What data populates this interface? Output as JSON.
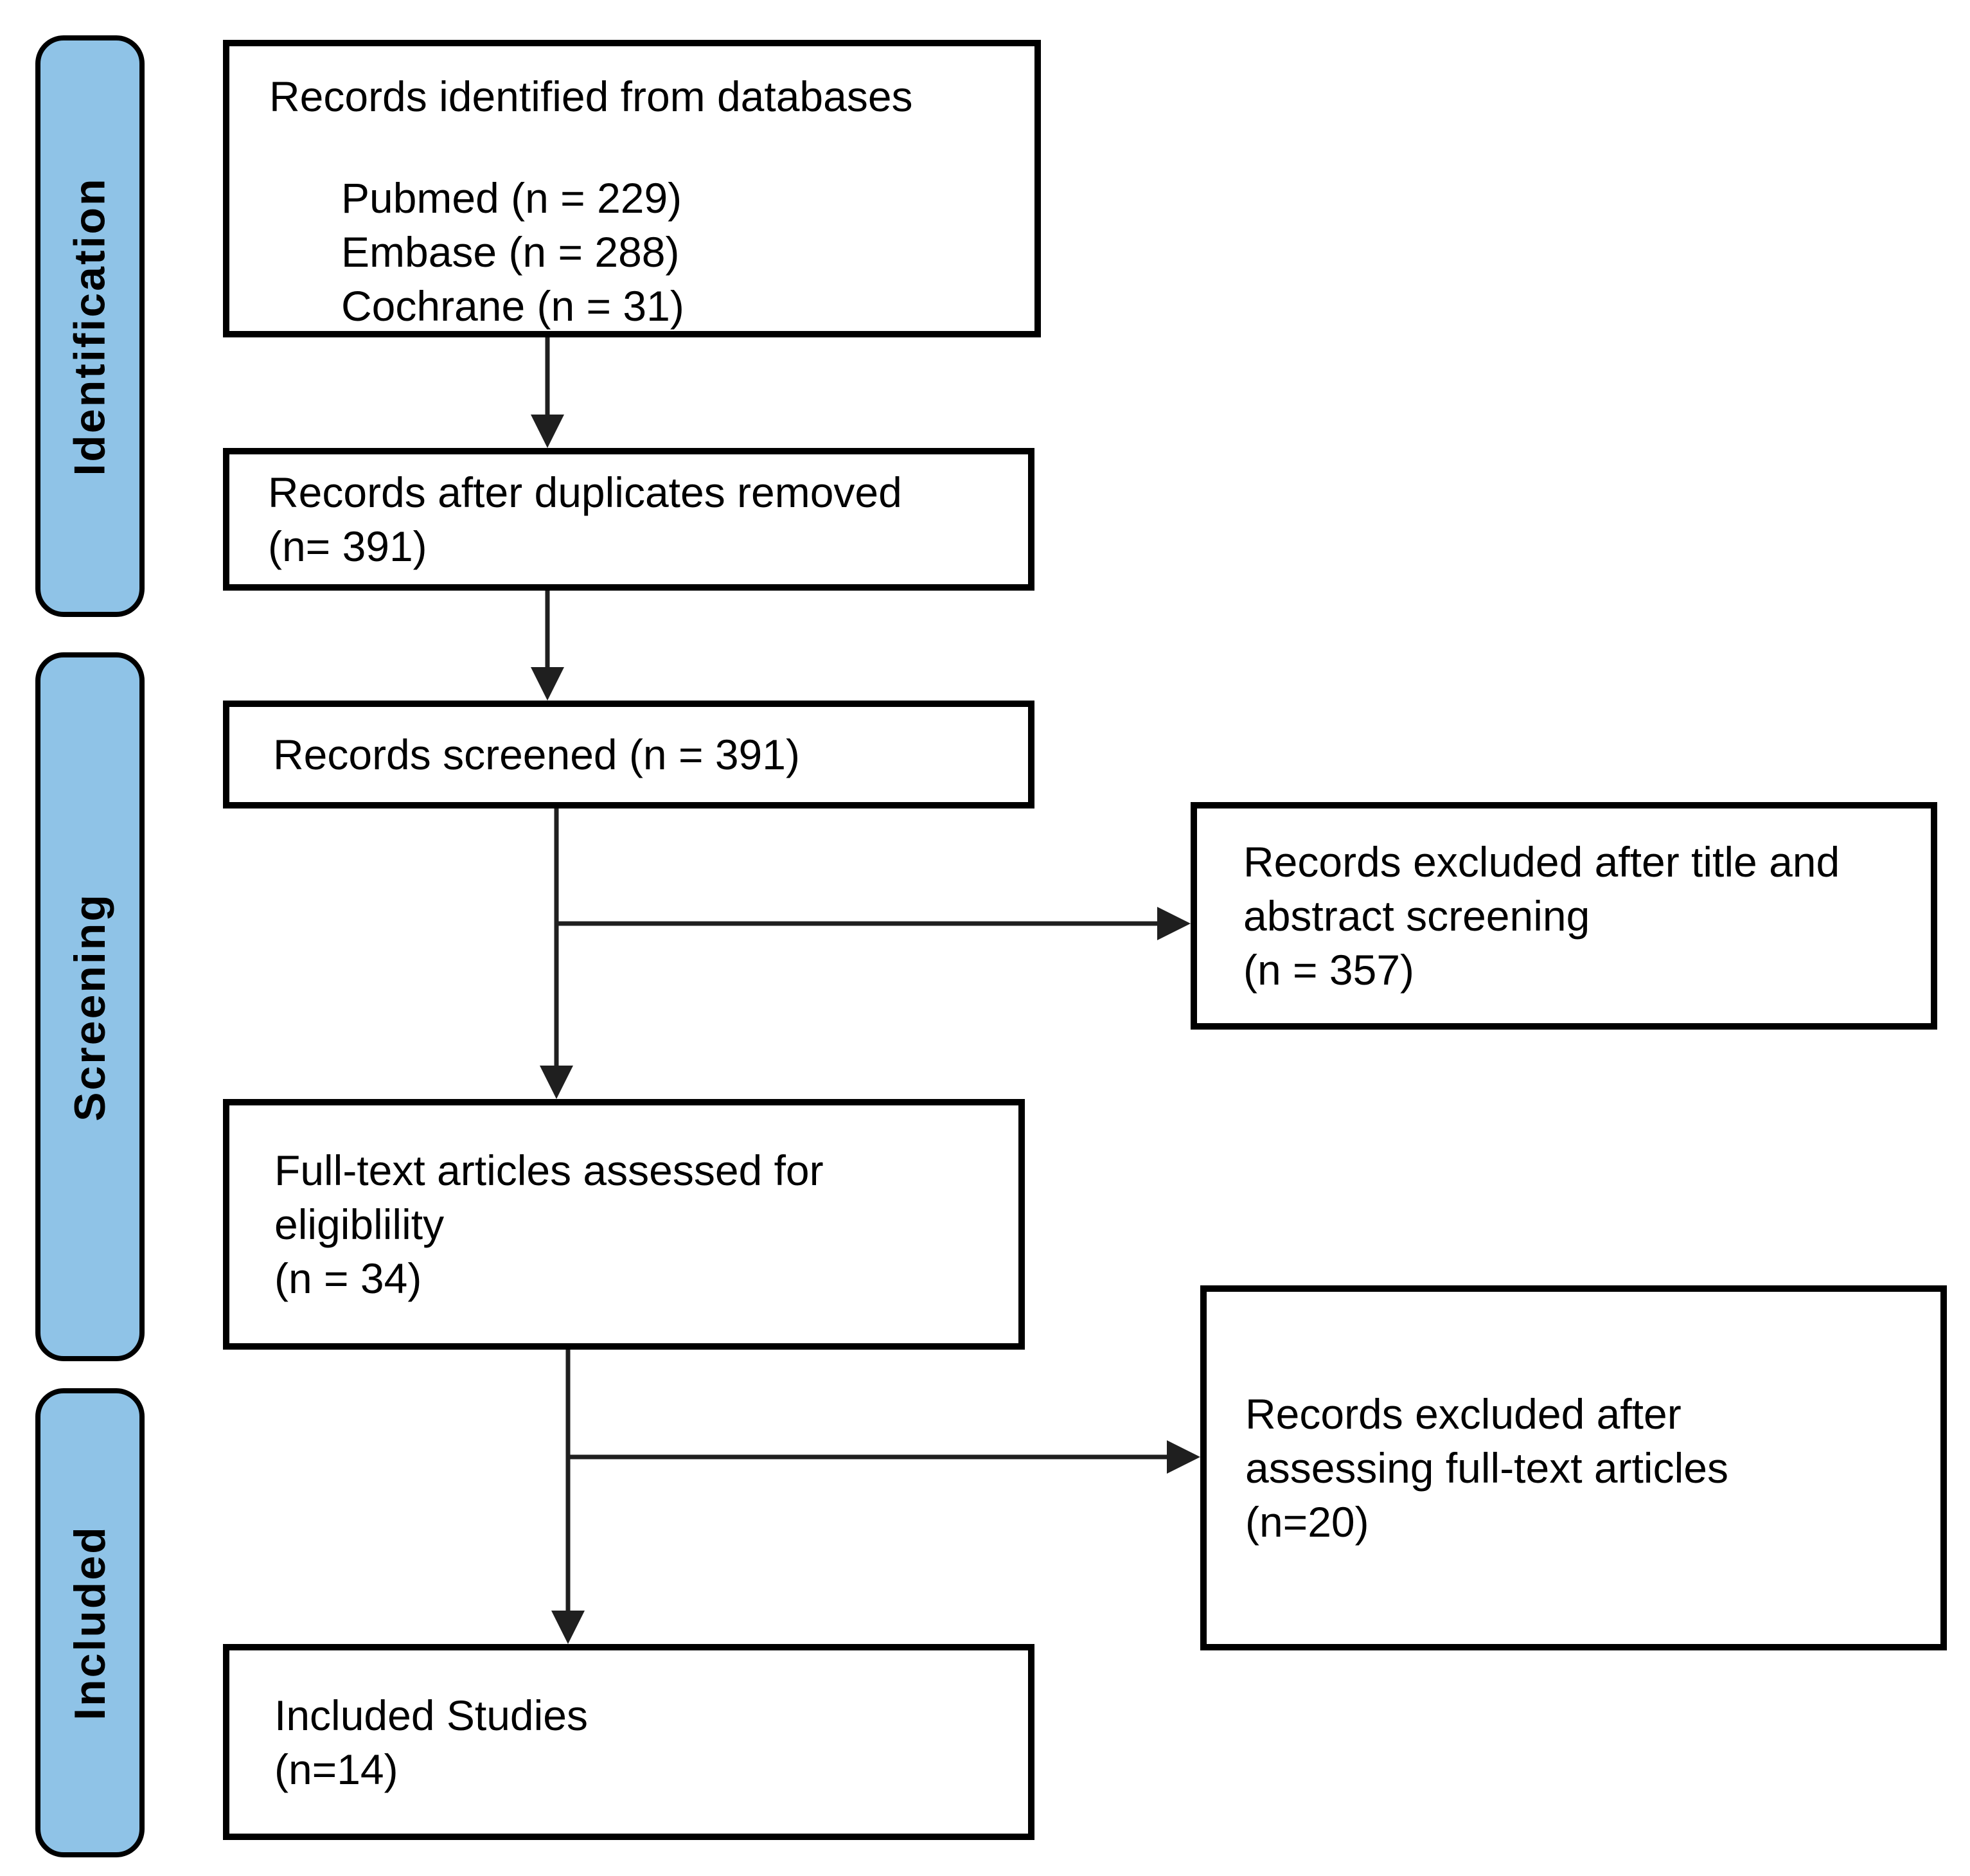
{
  "stages": {
    "identification": "Identification",
    "screening": "Screening",
    "included": "Included"
  },
  "boxes": {
    "identified": {
      "title": "Records identified from databases",
      "sources": [
        "Pubmed (n = 229)",
        "Embase (n = 288)",
        "Cochrane (n = 31)"
      ]
    },
    "deduplicated": {
      "text": "Records after duplicates removed\n(n= 391)"
    },
    "screened": {
      "text": "Records screened (n = 391)"
    },
    "fulltext": {
      "text": "Full-text articles assessed for\neligiblility\n(n = 34)"
    },
    "excluded_title_abstract": {
      "text": "Records excluded after title and\nabstract screening\n(n = 357)"
    },
    "excluded_fulltext": {
      "text": "Records excluded after\nassessing full-text articles\n(n=20)"
    },
    "included_studies": {
      "text": "Included Studies\n(n=14)"
    }
  },
  "colors": {
    "stage_fill": "#8FC3E7",
    "stage_border": "#000000",
    "box_border": "#000000",
    "box_fill": "#FFFFFF",
    "connector": "#1F1F1F",
    "text": "#000000",
    "background": "#FFFFFF"
  }
}
